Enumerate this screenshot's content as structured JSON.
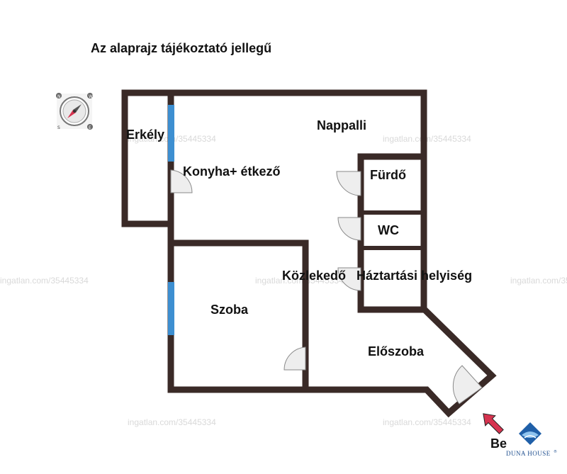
{
  "title": "Az alaprajz tájékoztató jellegű",
  "rooms": {
    "erkely": "Erkély",
    "nappali": "Nappalli",
    "konyha": "Konyha+ étkező",
    "furdo": "Fürdő",
    "wc": "WC",
    "kozlekedo": "Közlekedő",
    "haztartasi": "Háztartási helyiség",
    "szoba": "Szoba",
    "eloszoba": "Előszoba"
  },
  "entrance_label": "Be",
  "watermark": "ingatlan.com/35445334",
  "logo": {
    "name": "DUNA HOUSE",
    "registered": "®",
    "color": "#1f5fa8"
  },
  "compass": {
    "labels": [
      "N",
      "S",
      "W",
      "E"
    ]
  },
  "colors": {
    "wall": "#3a2a27",
    "window": "#3d8fd1",
    "door": "#e8e8e8",
    "arrow": "#d6334f"
  }
}
